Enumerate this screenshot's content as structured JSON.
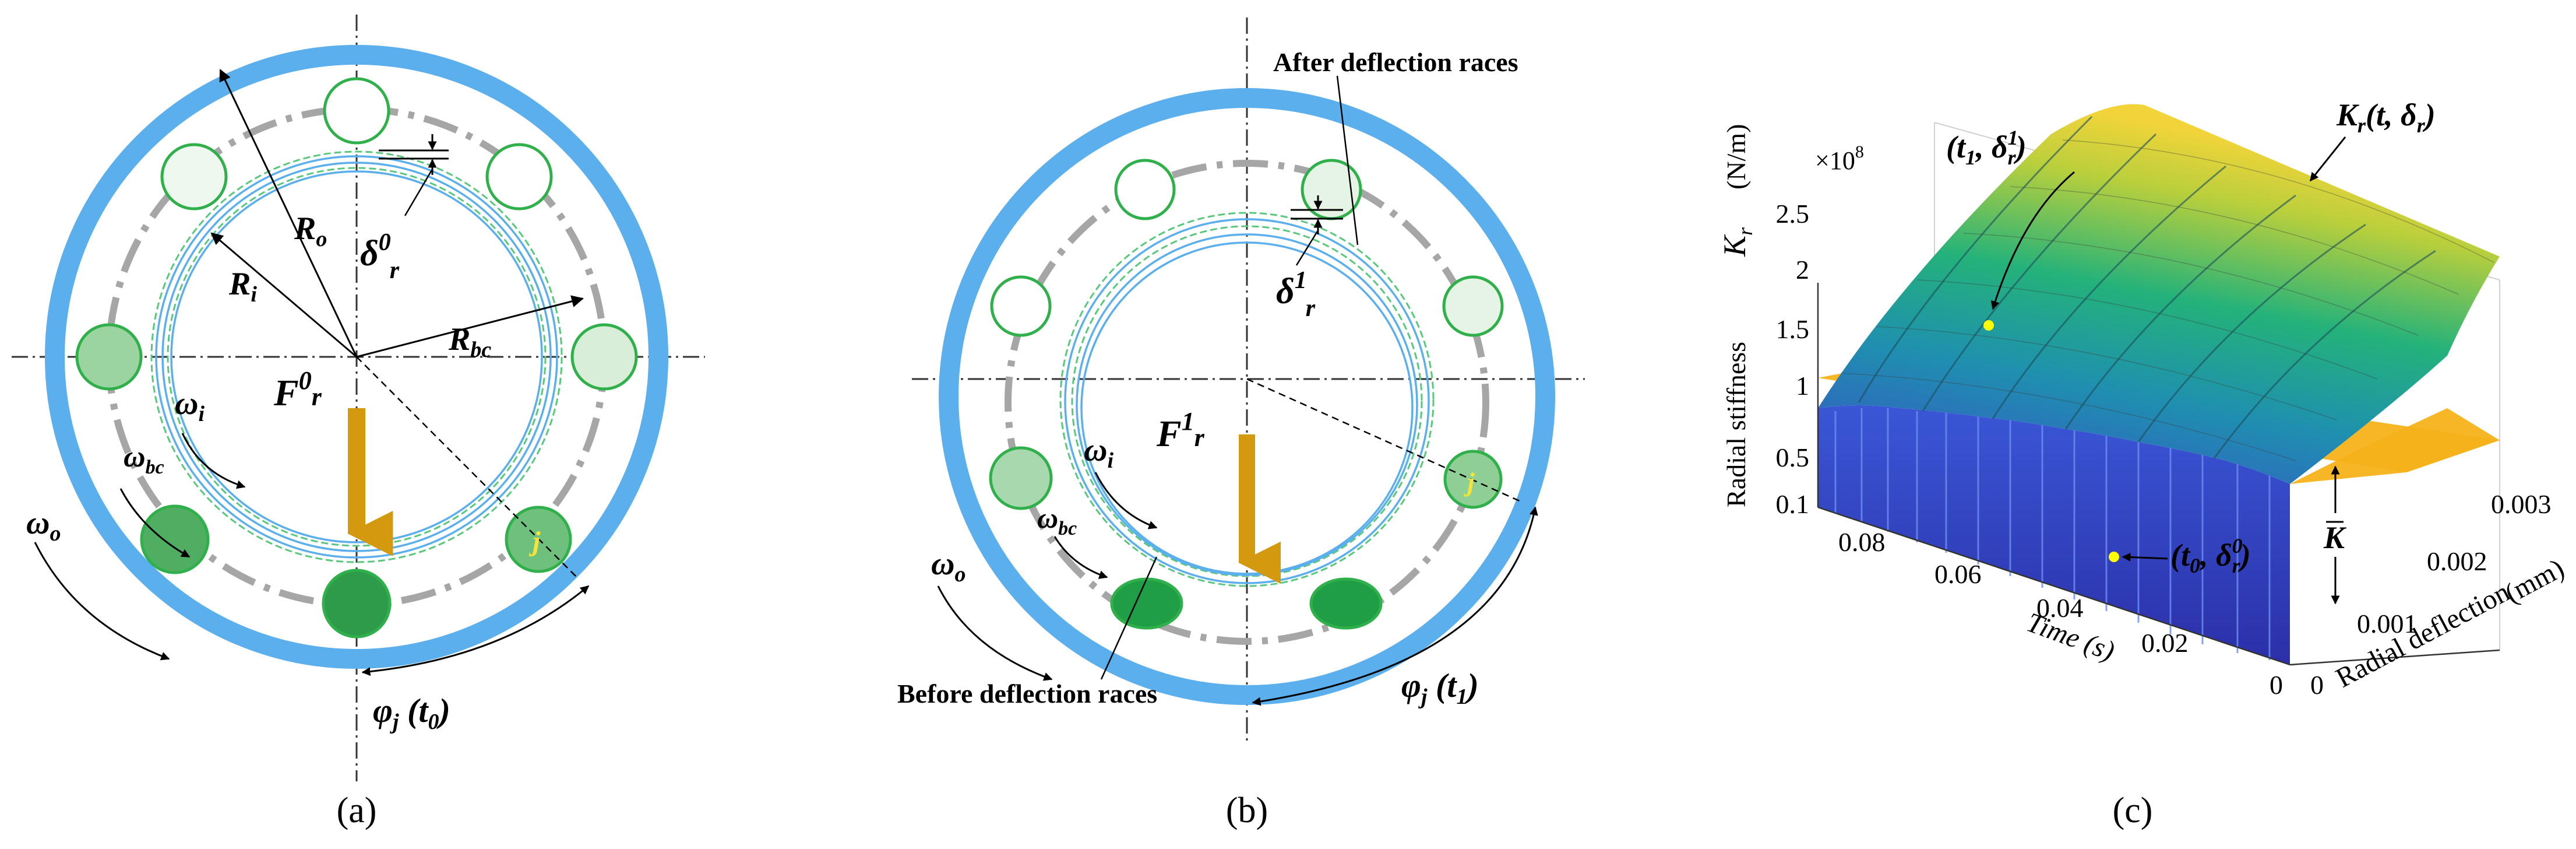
{
  "panel_a": {
    "caption": "(a)",
    "R_o": "R",
    "R_o_sub": "o",
    "R_i": "R",
    "R_i_sub": "i",
    "R_bc": "R",
    "R_bc_sub": "bc",
    "delta_base": "δ",
    "delta_sup": "0",
    "delta_sub": "r",
    "omega_i": "ω",
    "omega_i_sub": "i",
    "omega_bc": "ω",
    "omega_bc_sub": "bc",
    "omega_o": "ω",
    "omega_o_sub": "o",
    "force_base": "F",
    "force_sup": "0",
    "force_sub": "r",
    "ball_j": "j",
    "phi_base": "φ",
    "phi_sub": "j",
    "phi_arg": " (t",
    "phi_arg_sub": "0",
    "phi_close": ")"
  },
  "panel_b": {
    "caption": "(b)",
    "after_label": "After deflection races",
    "before_label": "Before deflection races",
    "delta_base": "δ",
    "delta_sup": "1",
    "delta_sub": "r",
    "omega_i": "ω",
    "omega_i_sub": "i",
    "omega_bc": "ω",
    "omega_bc_sub": "bc",
    "omega_o": "ω",
    "omega_o_sub": "o",
    "force_base": "F",
    "force_sup": "1",
    "force_sub": "r",
    "ball_j": "j",
    "phi_base": "φ",
    "phi_sub": "j",
    "phi_arg": " (t",
    "phi_arg_sub": "1",
    "phi_close": ")"
  },
  "panel_c": {
    "caption": "(c)",
    "exponent_label": "×10",
    "exponent_sup": "8",
    "y_axis_symbol": "K",
    "y_axis_symbol_sub": "r",
    "y_axis_unit": "(N/m)",
    "y_axis_label": "Radial stiffness",
    "y_ticks": [
      "0.1",
      "0.5",
      "1",
      "1.5",
      "2",
      "2.5"
    ],
    "t_axis_label": "Time (s)",
    "t_ticks": [
      "0.08",
      "0.06",
      "0.04",
      "0.02",
      "0"
    ],
    "d_axis_label": "Radial  deflection",
    "d_axis_unit": "(mm)",
    "d_ticks": [
      "0",
      "0.001",
      "0.002",
      "0.003"
    ],
    "surface_label": "K",
    "surface_label_sub": "r",
    "surface_label_args": "(t, δ",
    "surface_label_args_sub": "r",
    "surface_label_close": ")",
    "point1_label": "(t",
    "point1_sub": "1",
    "point1_mid": ", δ",
    "point1_sup": "1",
    "point1_sub2": "r",
    "point1_close": ")",
    "point0_label": "(t",
    "point0_sub": "0",
    "point0_mid": ", δ",
    "point0_sup": "0",
    "point0_sub2": "r",
    "point0_close": ")",
    "kbar_label": "K",
    "colors": {
      "surface_low": "#2a3fbf",
      "surface_mid": "#21a38a",
      "surface_high": "#e8d43a",
      "plane": "#f5b21a",
      "point": "#ffff00"
    }
  },
  "colors": {
    "race_blue": "#5aafec",
    "ball_green": "#2fb04a",
    "ball_fill_dark": "#2e9b4a",
    "ball_fill_light": "#e6f4e6",
    "cage_gray": "#a6a6a6",
    "force_arrow": "#d49a0f",
    "inner_dashed": "#58c87c"
  }
}
